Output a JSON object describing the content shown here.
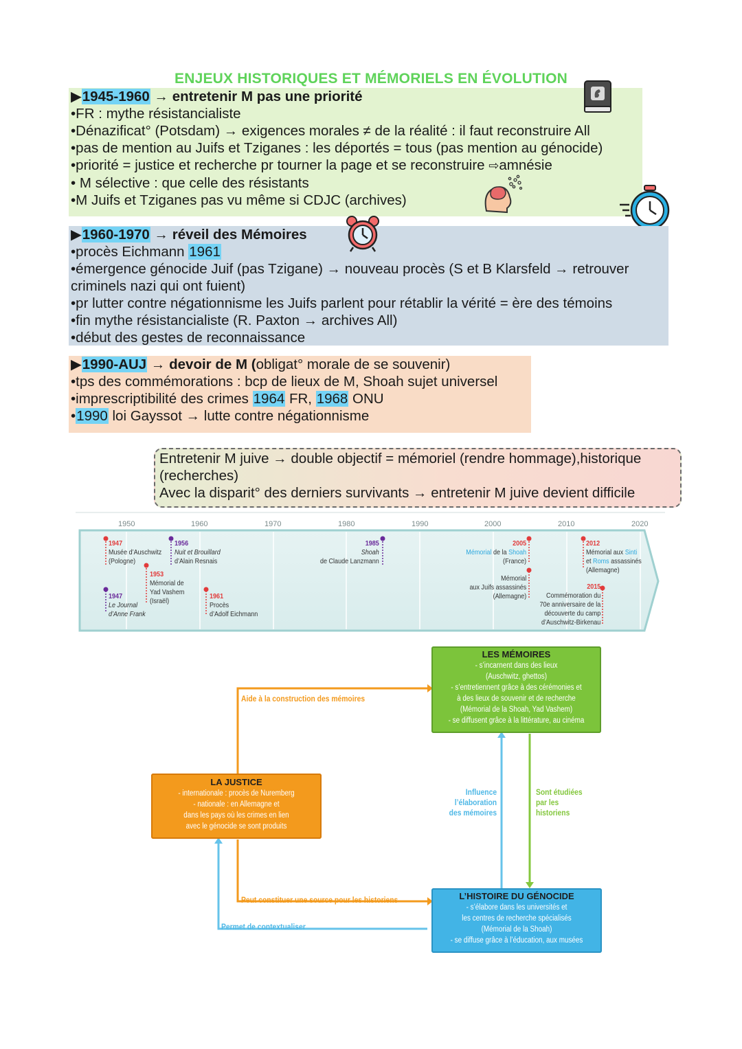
{
  "page_title": "ENJEUX HISTORIQUES ET MÉMORIELS EN ÉVOLUTION",
  "section1": {
    "period": "1945-1960",
    "heading": "→ entretenir M pas une priorité",
    "lines": [
      "•FR : mythe résistancialiste",
      "•Dénazificat°  (Potsdam) → exigences morales ≠ de la réalité : il faut reconstruire All",
      "•pas de mention au Juifs et Tziganes : les déportés = tous (pas mention au génocide)",
      "•priorité = justice et recherche pr tourner la page et se reconstruire",
      "• M sélective : que celle des résistants",
      "•M Juifs et Tziganes pas vu même si CDJC (archives)"
    ],
    "amnesia": "amnésie"
  },
  "section2": {
    "period": "1960-1970",
    "heading": "→ réveil des Mémoires",
    "trial_prefix": "•procès Eichmann",
    "trial_year": "1961",
    "lines": [
      "•émergence génocide Juif (pas Tzigane) → nouveau procès (S et B Klarsfeld → retrouver",
      "criminels nazi qui ont fuient)",
      "•pr lutter contre négationnisme les Juifs parlent pour rétablir la vérité = ère des témoins",
      "•fin mythe résistancialiste (R. Paxton → archives All)",
      "•début des gestes de reconnaissance"
    ]
  },
  "section3": {
    "period": "1990-AUJ",
    "heading": "→ devoir de M (",
    "heading_rest": "obligat° morale de se souvenir)",
    "line1": "•tps des commémorations : bcp de lieux de M, Shoah sujet universel",
    "line2_a": "•imprescriptibilité des crimes",
    "line2_y1": "1964",
    "line2_b": "FR,",
    "line2_y2": "1968",
    "line2_c": "ONU",
    "line3_a": "•",
    "line3_y": "1990",
    "line3_b": "loi Gayssot → lutte contre négationnisme"
  },
  "note": {
    "line1": "Entretenir M juive → double objectif = mémoriel (rendre hommage),historique (recherches)",
    "line2": "Avec la disparit° des derniers survivants → entretenir M juive devient difficile"
  },
  "timeline": {
    "years": [
      "1950",
      "1960",
      "1970",
      "1980",
      "1990",
      "2000",
      "2010",
      "2020"
    ],
    "events": [
      {
        "year": "1947",
        "text": [
          "Musée d’Auschwitz",
          "(Pologne)"
        ]
      },
      {
        "year": "1947",
        "text": [
          "Le Journal",
          "d’Anne Frank"
        ]
      },
      {
        "year": "1953",
        "text": [
          "Mémorial de",
          "Yad Vashem",
          "(Israël)"
        ]
      },
      {
        "year": "1956",
        "text": [
          "Nuit et Brouillard",
          "d’Alain Resnais"
        ]
      },
      {
        "year": "1961",
        "text": [
          "Procès",
          "d’Adolf Eichmann"
        ]
      },
      {
        "year": "1985",
        "text": [
          "Shoah",
          "de Claude Lanzmann"
        ]
      },
      {
        "year": "2005",
        "text": [
          "Mémorial",
          "de la",
          "Shoah",
          "(France)"
        ]
      },
      {
        "year": "",
        "text": [
          "Mémorial",
          "aux Juifs assassinés",
          "(Allemagne)"
        ]
      },
      {
        "year": "2012",
        "text": [
          "Mémorial aux",
          "Sinti",
          "et",
          "Roms",
          "assassinés",
          "(Allemagne)"
        ]
      },
      {
        "year": "2015",
        "text": [
          "Commémoration du",
          "70e anniversaire de la",
          "découverte du camp",
          "d’Auschwitz-Birkenau"
        ]
      }
    ]
  },
  "diagram": {
    "memoires": {
      "title": "LES MÉMOIRES",
      "lines": [
        "- s’incarnent dans des lieux",
        "(Auschwitz, ghettos)",
        "- s’entretiennent grâce à des cérémonies et",
        "à des lieux de souvenir et de recherche",
        "(Mémorial de la Shoah, Yad Vashem)",
        "- se diffusent grâce à la littérature, au cinéma"
      ]
    },
    "justice": {
      "title": "LA JUSTICE",
      "lines": [
        "- internationale : procès de Nuremberg",
        "- nationale : en Allemagne et",
        "dans les pays où les crimes en lien",
        "avec le génocide se sont produits"
      ]
    },
    "histoire": {
      "title": "L’HISTOIRE DU GÉNOCIDE",
      "lines": [
        "- s’élabore dans les universités et",
        "les centres de recherche spécialisés",
        "(Mémorial de la Shoah)",
        "- se diffuse grâce à l’éducation, aux musées"
      ]
    },
    "arrows": {
      "aide": "Aide à la construction des mémoires",
      "source": "Peut constituer une source pour les historiens",
      "contexte": "Permet de contextualiser",
      "influence": [
        "Influence",
        "l’élaboration",
        "des mémoires"
      ],
      "etudiees": [
        "Sont étudiées",
        "par les",
        "historiens"
      ]
    }
  },
  "colors": {
    "title_green": "#5fd35a",
    "highlight": "#74d3f5",
    "panel1": "#e3f3d0",
    "panel2": "#cfdbe6",
    "panel3": "#f9dcc6",
    "orange": "#f39a1d",
    "green": "#7cc43b",
    "blue": "#42b4e6"
  },
  "icons": [
    "book-icon",
    "brain-icon",
    "stopwatch-icon",
    "alarm-clock-icon"
  ]
}
